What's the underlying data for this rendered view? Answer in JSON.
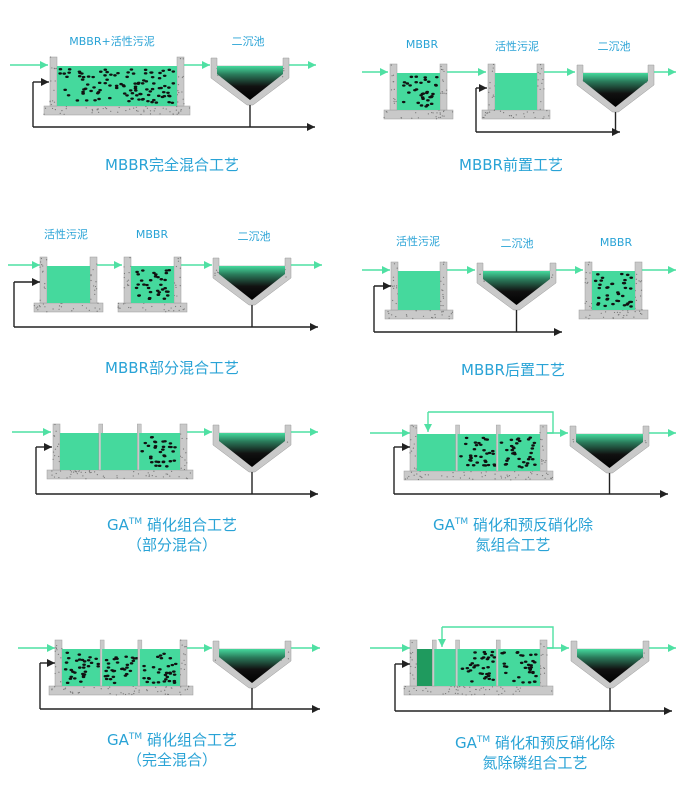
{
  "colors": {
    "water": "#45d99d",
    "flow": "#4fe0a3",
    "return": "#222222",
    "concrete": "#c9c9c9",
    "text": "#29a3d6",
    "anoxic": "#1f9a5e"
  },
  "panels": [
    {
      "labels": [
        "MBBR+活性污泥",
        "二沉池"
      ],
      "title": [
        "MBBR完全混合工艺"
      ]
    },
    {
      "labels": [
        "MBBR",
        "活性污泥",
        "二沉池"
      ],
      "title": [
        "MBBR前置工艺"
      ]
    },
    {
      "labels": [
        "活性污泥",
        "MBBR",
        "二沉池"
      ],
      "title": [
        "MBBR部分混合工艺"
      ]
    },
    {
      "labels": [
        "活性污泥",
        "二沉池",
        "MBBR"
      ],
      "title": [
        "MBBR后置工艺"
      ]
    },
    {
      "labels": [],
      "title": [
        "GA",
        "TM",
        " 硝化组合工艺",
        "（部分混合）"
      ]
    },
    {
      "labels": [],
      "title": [
        "GA",
        "TM",
        " 硝化和预反硝化除",
        "氮组合工艺"
      ]
    },
    {
      "labels": [],
      "title": [
        "GA",
        "TM",
        " 硝化组合工艺",
        "（完全混合）"
      ]
    },
    {
      "labels": [],
      "title": [
        "GA",
        "TM",
        " 硝化和预反硝化除",
        "氮除磷组合工艺"
      ]
    }
  ]
}
